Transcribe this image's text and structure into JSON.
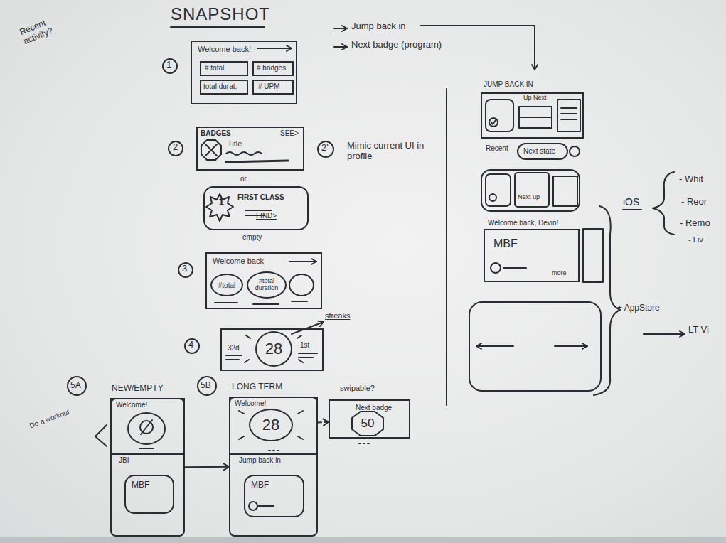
{
  "diagram": {
    "title": "SNAPSHOT",
    "nodes": [
      {
        "text": [
          "Welcome back!"
        ]
      },
      {
        "text": [
          "# total"
        ],
        "in": 0
      },
      {
        "text": [
          "# badges"
        ],
        "in": 0
      },
      {
        "text": [
          "total durat."
        ],
        "in": 0
      },
      {
        "text": [
          "# UPM"
        ],
        "in": 0
      },
      {
        "text": [
          "BADGES",
          "SEE>",
          "Title"
        ]
      },
      {
        "text": [
          "1",
          "FIRST CLASS",
          "FIND>"
        ]
      },
      {
        "text": [
          "Welcome back"
        ]
      },
      {
        "text": [
          "#total"
        ],
        "in": 7
      },
      {
        "text": [
          "#total duration"
        ],
        "in": 7
      },
      {
        "text": [
          "32d",
          "1st"
        ]
      },
      {
        "text": [
          "28"
        ],
        "in": 10
      },
      {
        "text": [
          "NEW/EMPTY"
        ]
      },
      {
        "text": [
          "Welcome!"
        ],
        "in": 12
      },
      {
        "text": [
          "JBI"
        ],
        "in": 12
      },
      {
        "text": [
          "MBF"
        ],
        "in": 14
      },
      {
        "text": [
          "LONG TERM"
        ]
      },
      {
        "text": [
          "Welcome!"
        ],
        "in": 16
      },
      {
        "text": [
          "28"
        ],
        "in": 17
      },
      {
        "text": [
          "Jump back in"
        ],
        "in": 16
      },
      {
        "text": [
          "MBF"
        ],
        "in": 19
      },
      {
        "text": [
          "swipable?",
          "Next badge"
        ]
      },
      {
        "text": [
          "50"
        ],
        "in": 21
      },
      {
        "text": [
          "JUMP BACK IN",
          "Up Next"
        ]
      },
      {
        "text": [
          "Next up"
        ]
      },
      {
        "text": [
          "Welcome back, Devin!",
          "MBF",
          "more"
        ]
      }
    ],
    "edges": [
      {
        "from": 12,
        "to": 16,
        "arrow": "to"
      },
      {
        "from": 17,
        "to": 21,
        "arrow": "to"
      }
    ],
    "labels": [
      "Recent activity?",
      "Jump back in",
      "Next badge (program)",
      "1",
      "2",
      "2'",
      "Mimic current UI in profile",
      "or",
      "empty",
      "3",
      "4",
      "streaks",
      "5A",
      "5B",
      "Do a workout",
      "Recent",
      "Next state",
      "iOS",
      "- Whit",
      "- Reor",
      "- Remo",
      "- Liv",
      "+ AppStore",
      "LT Vi"
    ]
  }
}
